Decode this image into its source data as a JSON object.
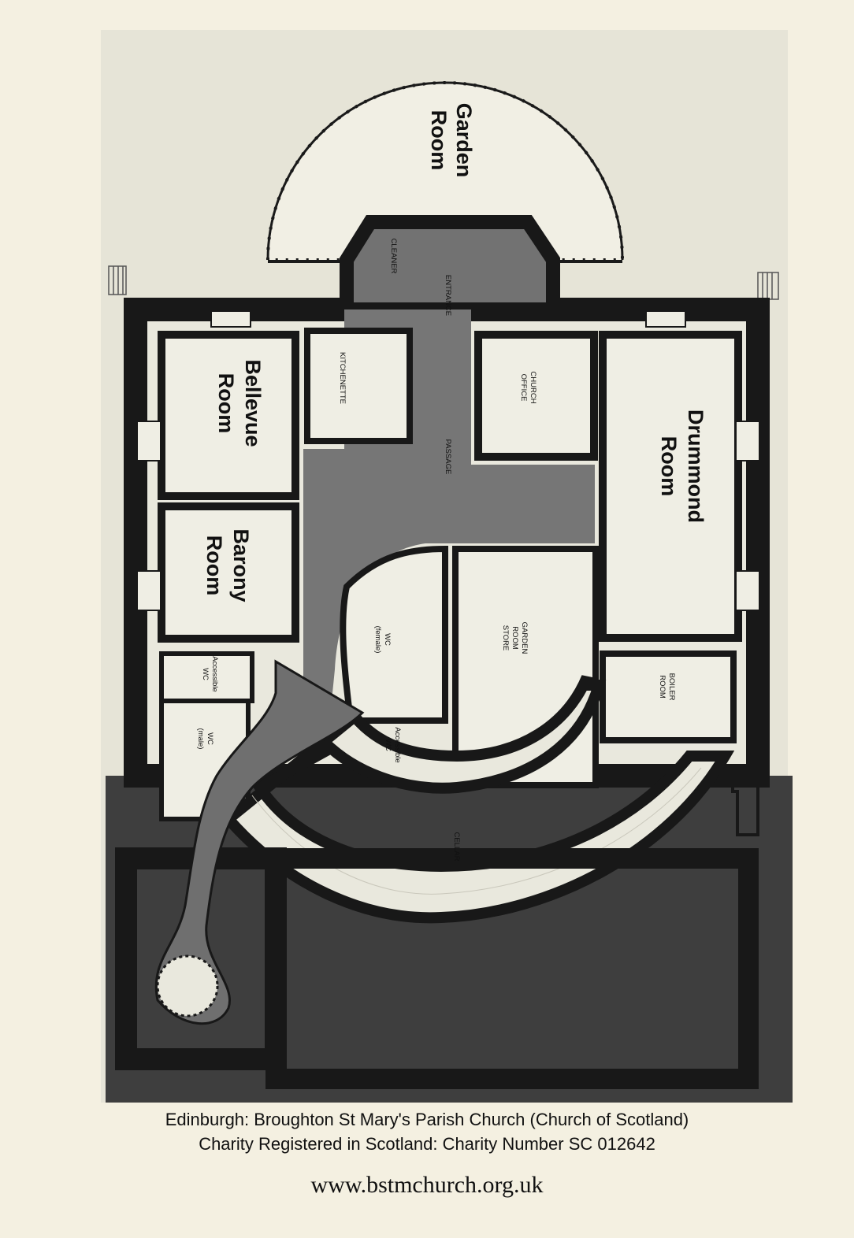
{
  "plan": {
    "rooms": {
      "garden_room": [
        "Garden",
        "Room"
      ],
      "bellevue_room": [
        "Bellevue",
        "Room"
      ],
      "barony_room": [
        "Barony",
        "Room"
      ],
      "drummond_room": [
        "Drummond",
        "Room"
      ],
      "kitchenette": "KITCHENETTE",
      "church_office": [
        "CHURCH",
        "OFFICE"
      ],
      "entrance": "ENTRANCE",
      "passage": "PASSAGE",
      "cleaner": "CLEANER",
      "wc_female": [
        "WC",
        "(female)"
      ],
      "wc_male": [
        "WC",
        "(male)"
      ],
      "accessible_wc_upper": [
        "Accessible",
        "WC"
      ],
      "accessible_wc_lower": [
        "Accessible",
        "WC"
      ],
      "garden_room_store": [
        "GARDEN",
        "ROOM",
        "STORE"
      ],
      "boiler_room": [
        "BOILER",
        "ROOM"
      ],
      "cellar": "CELLAR"
    }
  },
  "footer": {
    "caption_line1": "Edinburgh: Broughton St Mary's Parish Church (Church of Scotland)",
    "caption_line2": "Charity Registered in Scotland: Charity Number SC 012642",
    "website": "www.bstmchurch.org.uk"
  },
  "colors": {
    "paper": "#f4f0e1",
    "plan_background": "#e6e4d7",
    "room_fill": "#e9e8dd",
    "wall": "#181818",
    "passage": "#727272",
    "basement": "#3e3e3e"
  }
}
